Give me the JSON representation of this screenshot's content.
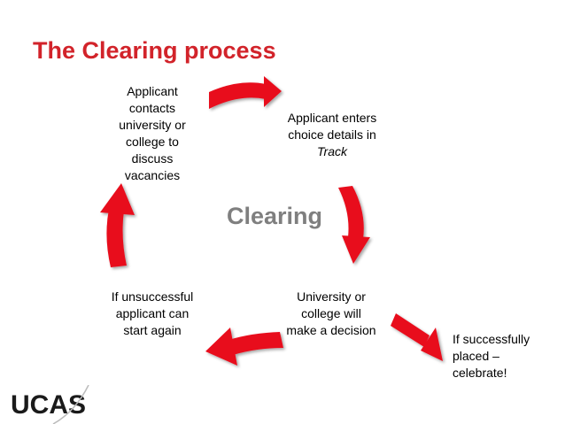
{
  "title": "The Clearing process",
  "center_label": "Clearing",
  "steps": {
    "contact": [
      "Applicant",
      "contacts",
      "university or",
      "college to",
      "discuss",
      "vacancies"
    ],
    "enter": [
      "Applicant enters",
      "choice details in",
      "Track"
    ],
    "decision": [
      "University or",
      "college will",
      "make a decision"
    ],
    "restart": [
      "If unsuccessful",
      "applicant can",
      "start again"
    ],
    "success": [
      "If successfully",
      "placed –",
      "celebrate!"
    ]
  },
  "logo": {
    "text": "UCAS"
  },
  "colors": {
    "accent": "#d2232a",
    "arrow": "#e8101f",
    "center_text": "#7f7f7f"
  }
}
